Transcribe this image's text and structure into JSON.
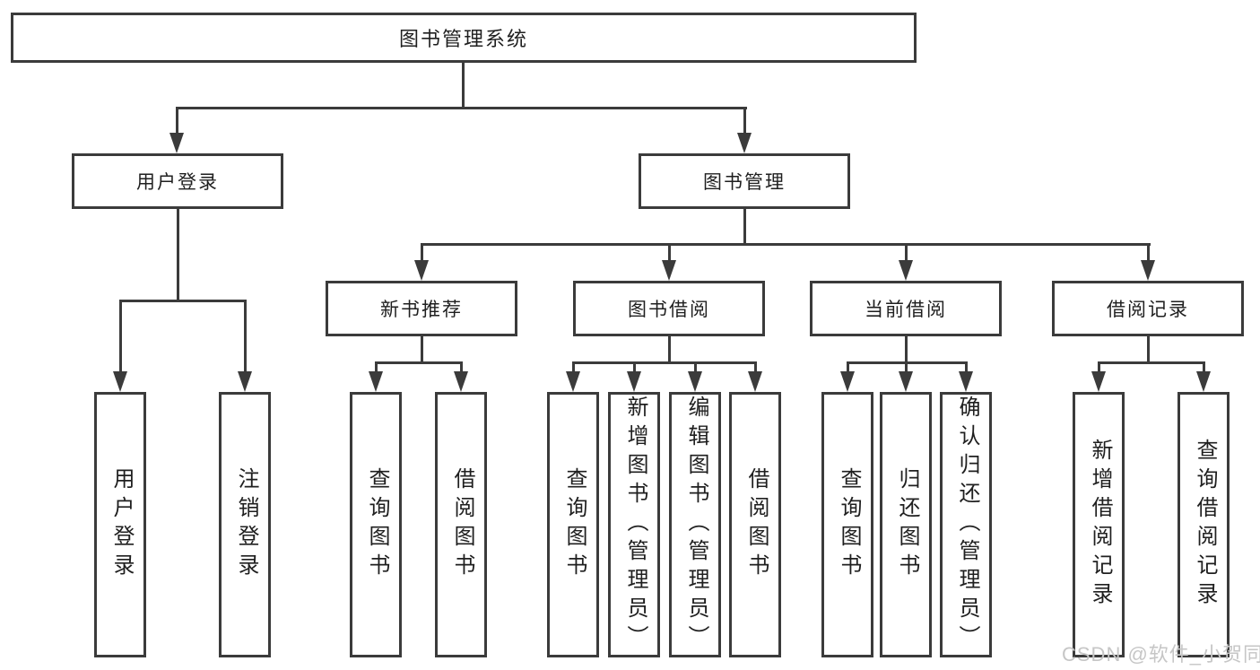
{
  "colors": {
    "line": "#3b3b3b",
    "box_border": "#3b3b3b",
    "box_fill": "#ffffff",
    "text": "#1f1f1f",
    "background": "#ffffff",
    "watermark": "#c6c6c6"
  },
  "tree": {
    "root": "图书管理系统",
    "login": {
      "label": "用户登录",
      "children": [
        "用户登录",
        "注销登录"
      ]
    },
    "management": {
      "label": "图书管理",
      "groups": [
        {
          "label": "新书推荐",
          "children": [
            "查询图书",
            "借阅图书"
          ]
        },
        {
          "label": "图书借阅",
          "children": [
            "查询图书",
            "新增图书（管理员）",
            "编辑图书（管理员）",
            "借阅图书"
          ]
        },
        {
          "label": "当前借阅",
          "children": [
            "查询图书",
            "归还图书",
            "确认归还（管理员）"
          ]
        },
        {
          "label": "借阅记录",
          "children": [
            "新增借阅记录",
            "查询借阅记录"
          ]
        }
      ]
    }
  },
  "watermark": "CSDN @软件_小贺同学"
}
